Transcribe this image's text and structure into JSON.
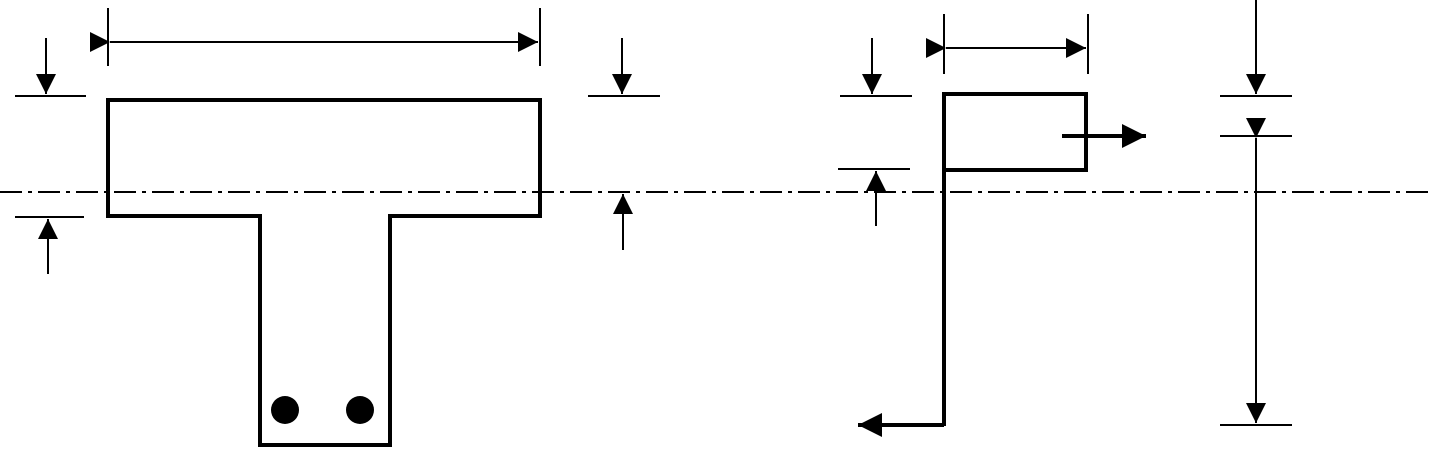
{
  "colors": {
    "ink": "#000000",
    "background": "#ffffff"
  },
  "figure": {
    "cross_section": {
      "shape": "T-beam",
      "reinforcement_bar_count": 2
    },
    "stress_diagram": {
      "shape": "compression-block-with-lever-arm",
      "force_arrow_count": 2
    },
    "neutral_axis": {
      "line_style": "dash-dot"
    }
  }
}
